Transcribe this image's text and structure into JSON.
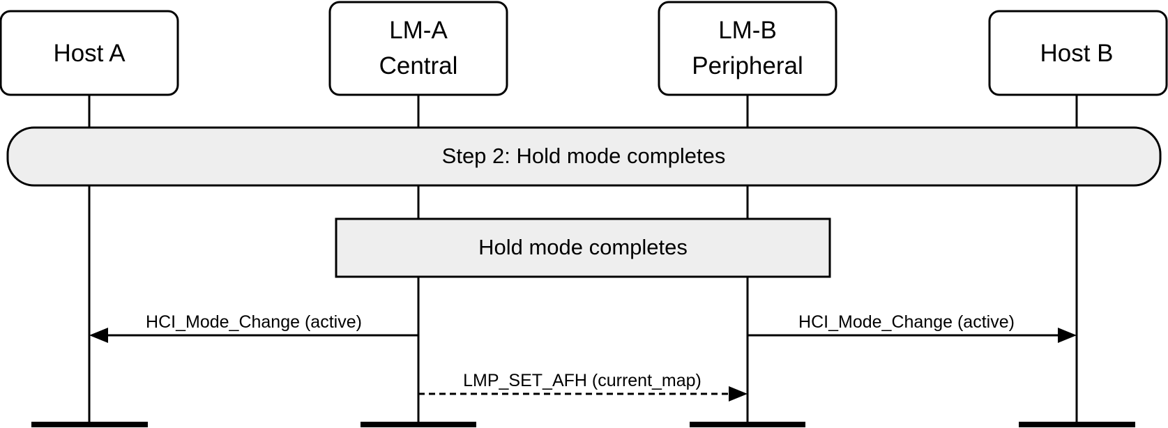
{
  "participants": [
    {
      "id": "host-a",
      "lines": [
        "Host A"
      ]
    },
    {
      "id": "lm-a",
      "lines": [
        "LM-A",
        "Central"
      ]
    },
    {
      "id": "lm-b",
      "lines": [
        "LM-B",
        "Peripheral"
      ]
    },
    {
      "id": "host-b",
      "lines": [
        "Host B"
      ]
    }
  ],
  "step": {
    "label": "Step 2:  Hold mode completes"
  },
  "activity": {
    "label": "Hold mode completes"
  },
  "messages": [
    {
      "label": "HCI_Mode_Change (active)",
      "from": "LM-A Central",
      "to": "Host A",
      "style": "solid"
    },
    {
      "label": "HCI_Mode_Change (active)",
      "from": "LM-B Peripheral",
      "to": "Host B",
      "style": "solid"
    },
    {
      "label": "LMP_SET_AFH (current_map)",
      "from": "LM-A Central",
      "to": "LM-B Peripheral",
      "style": "dashed"
    }
  ]
}
